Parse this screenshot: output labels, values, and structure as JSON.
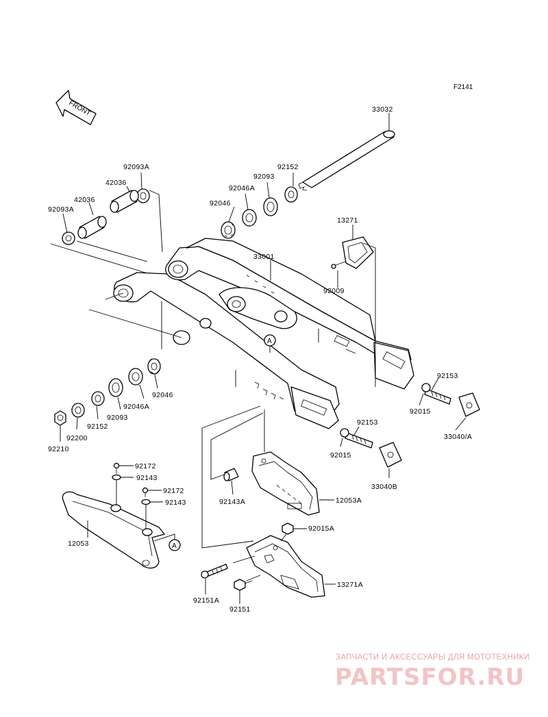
{
  "figure_code": "F2141",
  "front_marker": "FRONT",
  "ref_marker": "A",
  "labels": {
    "p33032": "33032",
    "p92152_top": "92152",
    "p92093_top": "92093",
    "p92046A_top": "92046A",
    "p92046_top": "92046",
    "p92093A_top": "92093A",
    "p42036_top": "42036",
    "p42036_bottom": "42036",
    "p92093A_bottom": "92093A",
    "p13271": "13271",
    "p33001": "33001",
    "p92009": "92009",
    "p92153_right": "92153",
    "p92015_right": "92015",
    "p33040A": "33040/A",
    "p92153_mid": "92153",
    "p92015_mid": "92015",
    "p33040B": "33040B",
    "p92046_bottom": "92046",
    "p92046A_bottom": "92046A",
    "p92093_bottom": "92093",
    "p92152_bottom": "92152",
    "p92200": "92200",
    "p92210": "92210",
    "p92172_a": "92172",
    "p92143_a": "92143",
    "p92172_b": "92172",
    "p92143_b": "92143",
    "p92143A": "92143A",
    "p12053A": "12053A",
    "p12053": "12053",
    "p92015A": "92015A",
    "p13271A": "13271A",
    "p92151A": "92151A",
    "p92151": "92151"
  },
  "watermark": {
    "tagline": "ЗАПЧАСТИ И АКСЕССУАРЫ ДЛЯ МОТОТЕХНИКИ",
    "logo": "PARTSFOR.RU"
  }
}
